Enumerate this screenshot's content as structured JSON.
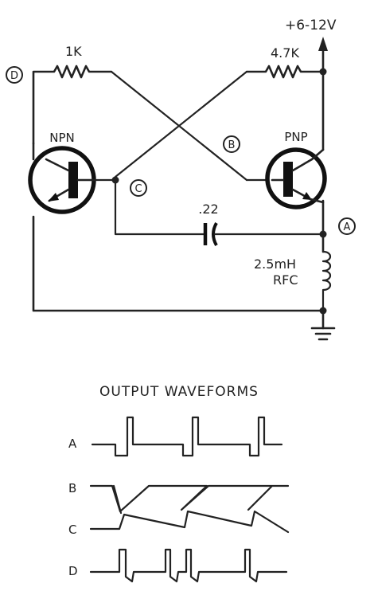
{
  "circuit": {
    "supply_label": "+6-12V",
    "r1_label": "1K",
    "r2_label": "4.7K",
    "cap_label": ".22",
    "inductor_label_1": "2.5mH",
    "inductor_label_2": "RFC",
    "npn_label": "NPN",
    "pnp_label": "PNP",
    "node_a": "A",
    "node_b": "B",
    "node_c": "C",
    "node_d": "D"
  },
  "waveforms": {
    "title": "OUTPUT WAVEFORMS",
    "label_a": "A",
    "label_b": "B",
    "label_c": "C",
    "label_d": "D"
  }
}
